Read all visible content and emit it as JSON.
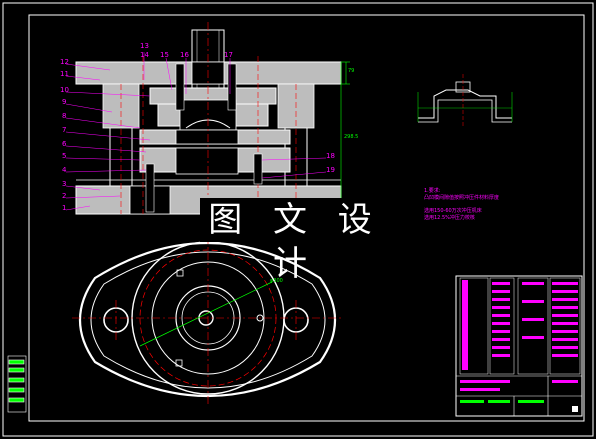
{
  "banner_text": "图 文 设 计",
  "callouts_left": [
    "12",
    "11",
    "10",
    "9",
    "8",
    "7",
    "6",
    "5",
    "4",
    "3",
    "2",
    "1"
  ],
  "callouts_top": [
    "13",
    "14",
    "15",
    "16",
    "17"
  ],
  "callouts_right": [
    "18",
    "19"
  ],
  "dimension_labels": {
    "height_right": "79",
    "height_outer": "298.5",
    "diameter": "φ300"
  },
  "tech_notes": {
    "title": "1.要求:",
    "lines": [
      "凸凹模间隙值按照冲压件材料厚度",
      "选用150-60万次冲压机床",
      "选用12.5%冲压力校核"
    ]
  },
  "colors": {
    "line": "#ffffff",
    "accent": "#ff00ff",
    "center": "#ff0000",
    "dim": "#00ff00",
    "hatch": "#cfcfcf"
  }
}
